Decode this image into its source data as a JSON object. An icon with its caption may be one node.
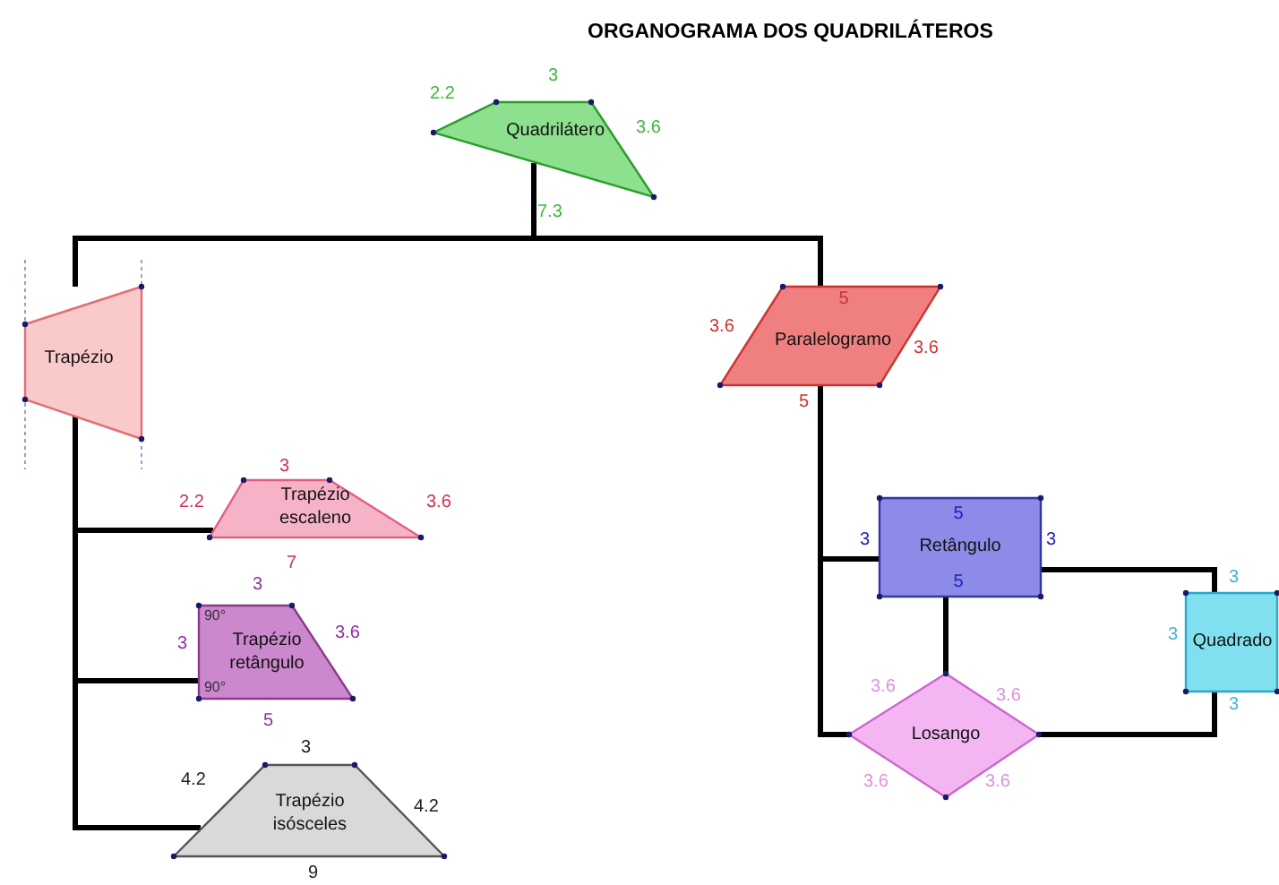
{
  "diagram": {
    "title": "ORGANOGRAMA DOS QUADRILÁTEROS",
    "nodes": [
      {
        "text": [
          "Quadrilátero"
        ],
        "beside": [
          "3",
          "2.2",
          "3.6",
          "7.3"
        ]
      },
      {
        "text": [
          "Trapézio"
        ]
      },
      {
        "text": [
          "5",
          "Paralelogramo"
        ],
        "beside": [
          "3.6",
          "3.6",
          "5"
        ]
      },
      {
        "text": [
          "Trapézio escaleno"
        ],
        "beside": [
          "3",
          "2.2",
          "3.6",
          "7"
        ]
      },
      {
        "text": [
          "90°",
          "Trapézio retângulo",
          "90°"
        ],
        "beside": [
          "3",
          "3",
          "3.6",
          "5"
        ]
      },
      {
        "text": [
          "Trapézio isósceles"
        ],
        "beside": [
          "3",
          "4.2",
          "4.2",
          "9"
        ]
      },
      {
        "text": [
          "5",
          "Retângulo",
          "5"
        ],
        "beside": [
          "3",
          "3"
        ]
      },
      {
        "text": [
          "Losango"
        ],
        "beside": [
          "3.6",
          "3.6",
          "3.6",
          "3.6"
        ]
      },
      {
        "text": [
          "Quadrado"
        ],
        "beside": [
          "3",
          "3",
          "3"
        ]
      }
    ],
    "edges": [
      {
        "from": 0,
        "to": 1,
        "arrow": "none"
      },
      {
        "from": 0,
        "to": 2,
        "arrow": "none"
      },
      {
        "from": 1,
        "to": 3,
        "arrow": "none"
      },
      {
        "from": 1,
        "to": 4,
        "arrow": "none"
      },
      {
        "from": 1,
        "to": 5,
        "arrow": "none"
      },
      {
        "from": 2,
        "to": 6,
        "arrow": "none"
      },
      {
        "from": 2,
        "to": 7,
        "arrow": "none"
      },
      {
        "from": 6,
        "to": 8,
        "arrow": "none"
      },
      {
        "from": 6,
        "to": 7,
        "arrow": "none"
      },
      {
        "from": 7,
        "to": 8,
        "arrow": "none"
      }
    ]
  }
}
